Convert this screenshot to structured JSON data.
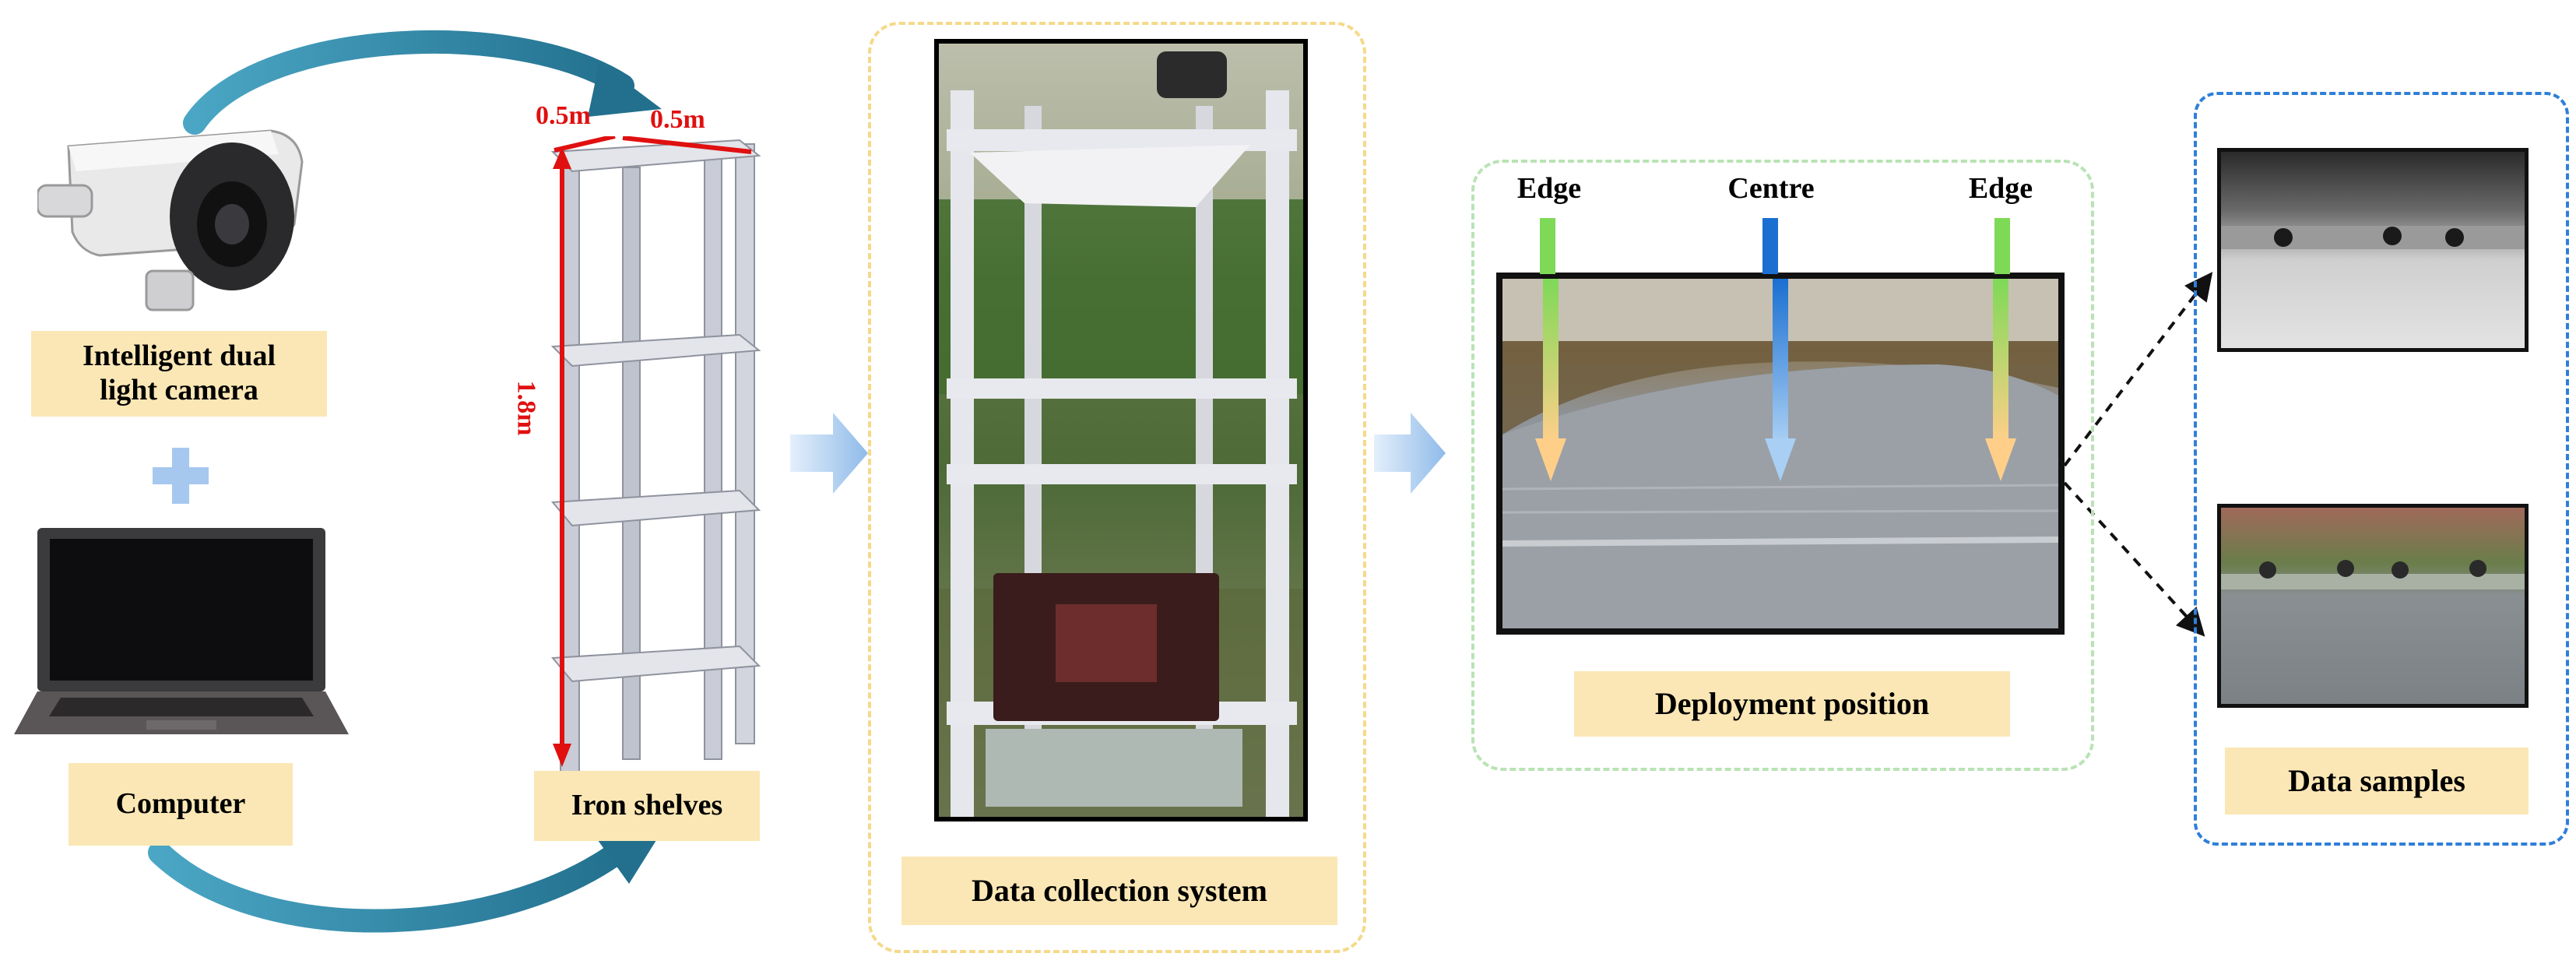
{
  "labels": {
    "camera": "Intelligent dual\nlight camera",
    "computer": "Computer",
    "iron_shelves": "Iron shelves",
    "data_collection_system": "Data collection system",
    "deployment_position": "Deployment position",
    "data_samples": "Data samples"
  },
  "dimensions": {
    "width_1": "0.5m",
    "width_2": "0.5m",
    "height": "1.8m"
  },
  "positions": {
    "edge_left": "Edge",
    "centre": "Centre",
    "edge_right": "Edge"
  },
  "colors": {
    "label_bg": "#fbe7b5",
    "panel_yellow": "#f5d98a",
    "panel_green": "#b9e3b4",
    "panel_blue": "#2f7fd8",
    "arrow_teal": "#2f8ca6",
    "dimension_red": "#e01010",
    "flow_arrow": "#9cc4ec",
    "plus_blue": "#a6c8ef"
  },
  "icons": [
    "camera-icon",
    "laptop-icon",
    "shelf-icon",
    "plus-icon",
    "flow-arrow-icon"
  ]
}
